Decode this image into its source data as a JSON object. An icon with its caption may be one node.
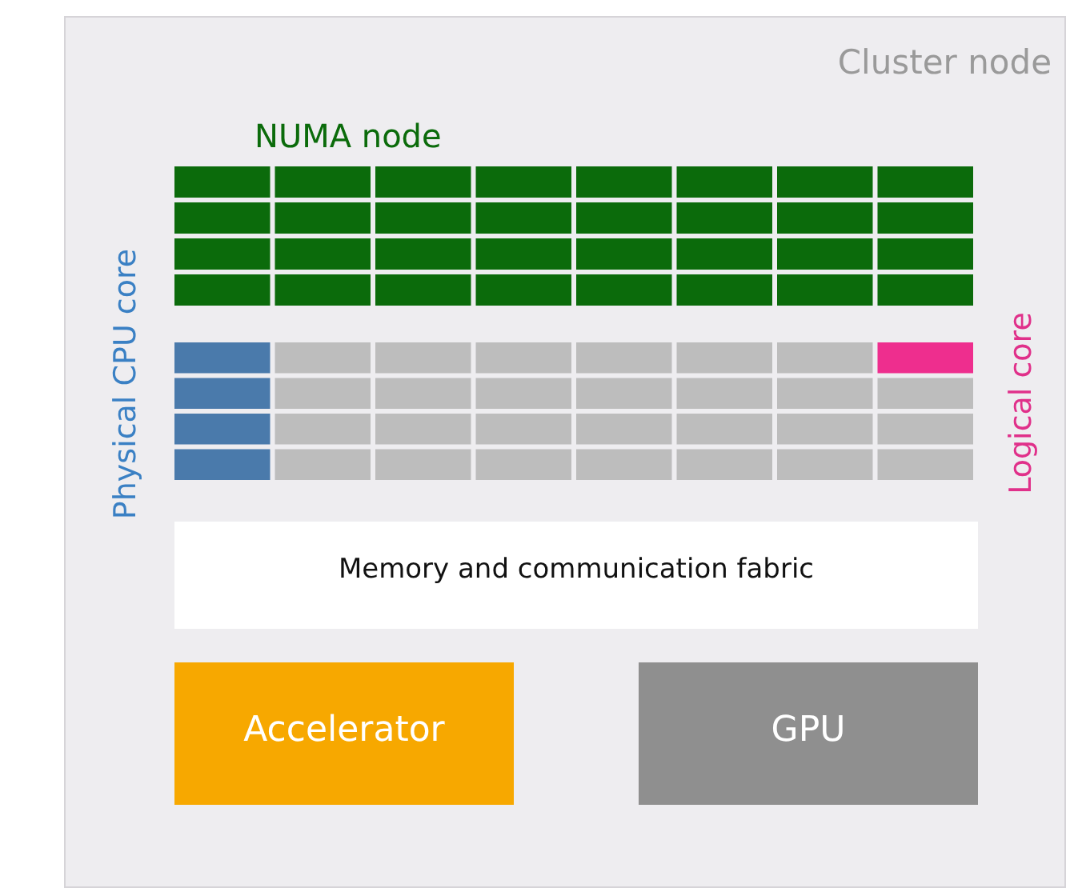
{
  "diagram": {
    "nodes": [
      {
        "text": [
          "Cluster node"
        ]
      },
      {
        "text": [
          "NUMA node"
        ],
        "in": 0
      },
      {
        "text": [
          "Memory and communication fabric"
        ],
        "in": 0
      },
      {
        "text": [
          "Accelerator"
        ],
        "in": 0
      },
      {
        "text": [
          "GPU"
        ],
        "in": 0
      }
    ],
    "labels": [
      "Physical CPU core",
      "Logical core"
    ]
  }
}
